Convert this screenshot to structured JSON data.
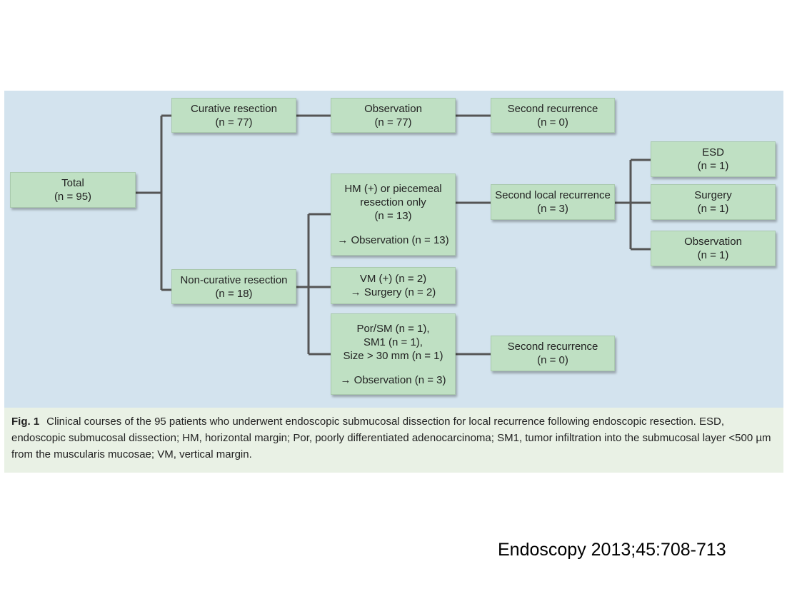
{
  "nodes": {
    "total": [
      "Total",
      "(n = 95)"
    ],
    "curative": [
      "Curative resection",
      "(n = 77)"
    ],
    "observation_77": [
      "Observation",
      "(n = 77)"
    ],
    "second_recurrence_a": [
      "Second recurrence",
      "(n = 0)"
    ],
    "non_curative": [
      "Non-curative resection",
      "(n = 18)"
    ],
    "hm": [
      "HM (+) or piecemeal",
      "resection only",
      "(n = 13)",
      "",
      "→ Observation (n = 13)"
    ],
    "second_local": [
      "Second local recurrence",
      "(n = 3)"
    ],
    "esd": [
      "ESD",
      "(n = 1)"
    ],
    "surgery_1": [
      "Surgery",
      "(n = 1)"
    ],
    "observation_1": [
      "Observation",
      "(n = 1)"
    ],
    "vm": [
      "VM (+) (n = 2)",
      "→ Surgery (n = 2)"
    ],
    "por": [
      "Por/SM (n = 1),",
      "SM1 (n = 1),",
      "Size > 30 mm (n = 1)",
      "",
      "→ Observation (n = 3)"
    ],
    "second_recurrence_b": [
      "Second recurrence",
      "(n = 0)"
    ]
  },
  "caption": {
    "label": "Fig. 1",
    "text": "Clinical courses of the 95 patients who underwent endoscopic submucosal dissection for local recurrence following endoscopic resection. ESD, endoscopic submucosal dissection; HM, horizontal margin; Por, poorly differentiated adenocarcinoma; SM1, tumor infiltration into the submucosal layer <500 µm from the muscularis mucosae; VM, vertical margin."
  },
  "citation": "Endoscopy 2013;45:708-713",
  "colors": {
    "diagram_background": "#d3e3ee",
    "caption_background": "#e9f1e5",
    "box_fill": "#bfe0c3",
    "connector": "#555555"
  }
}
